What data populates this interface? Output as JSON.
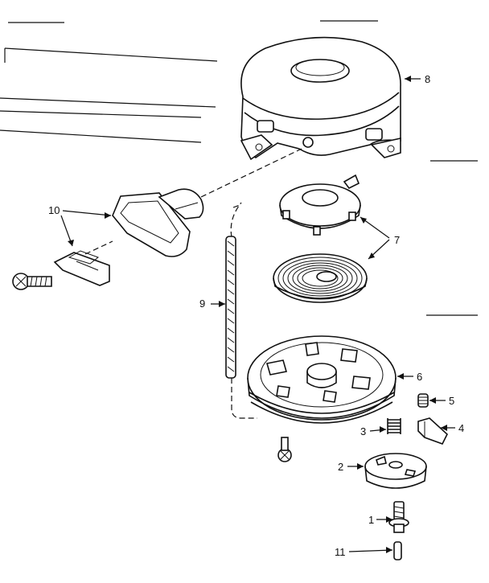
{
  "diagram": {
    "callouts": {
      "p1": "1",
      "p2": "2",
      "p3": "3",
      "p4": "4",
      "p5": "5",
      "p6": "6",
      "p7": "7",
      "p8": "8",
      "p9": "9",
      "p10": "10",
      "p11": "11"
    },
    "parts": [
      "starter-housing",
      "rewind-spring-cup",
      "rewind-spring",
      "starter-rope",
      "starter-pulley",
      "pawl-spring",
      "pawl",
      "pawl-retainer",
      "pulley-screw",
      "rope-handle",
      "pin",
      "spring-3"
    ]
  }
}
